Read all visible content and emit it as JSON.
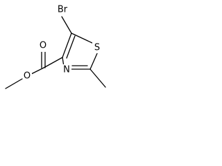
{
  "molecule": {
    "atoms": {
      "bromine": "Br",
      "sulfur": "S",
      "nitrogen": "N",
      "ester_oxygen": "O",
      "carbonyl_oxygen": "O"
    }
  },
  "colors": {
    "bond": "#000000",
    "label": "#000000",
    "background": "#ffffff"
  }
}
